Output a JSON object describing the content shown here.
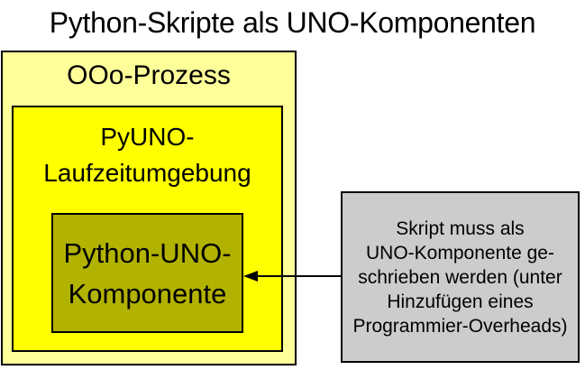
{
  "title": "Python-Skripte als UNO-Komponenten",
  "boxes": {
    "ooo_process": {
      "label": "OOo-Prozess",
      "fill": "#FFFF99",
      "border": "#000000"
    },
    "pyuno_runtime": {
      "label": "PyUNO-\nLaufzeitumgebung",
      "fill": "#FFFF00",
      "border": "#000000"
    },
    "python_uno_component": {
      "label": "Python-UNO-\nKomponente",
      "fill": "#B2B200",
      "border": "#000000"
    }
  },
  "annotation": {
    "label": "Skript muss als\nUNO-Komponente ge-\nschrieben werden (unter\nHinzufügen eines\nProgrammier-Overheads)",
    "fill": "#CCCCCC",
    "border": "#000000"
  },
  "arrow": {
    "direction": "left",
    "color": "#000000"
  }
}
